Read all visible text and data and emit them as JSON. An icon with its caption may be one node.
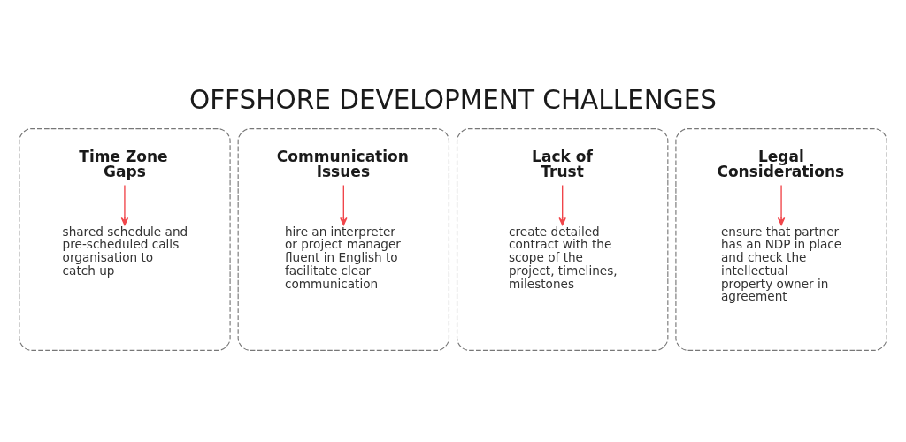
{
  "diagram": {
    "title": "OFFSHORE DEVELOPMENT CHALLENGES",
    "nodes": [
      {
        "text": [],
        "shape": "box"
      },
      {
        "text": [
          "Time Zone Gaps"
        ],
        "in": 0
      },
      {
        "text": [
          "shared schedule and pre-scheduled calls organisation to catch up"
        ],
        "in": 0
      },
      {
        "text": [],
        "shape": "box"
      },
      {
        "text": [
          "Communication Issues"
        ],
        "in": 3
      },
      {
        "text": [
          "hire an interpreter or project manager fluent in English to facilitate clear communication"
        ],
        "in": 3
      },
      {
        "text": [],
        "shape": "box"
      },
      {
        "text": [
          "Lack of Trust"
        ],
        "in": 6
      },
      {
        "text": [
          "create detailed contract with the scope of the project, timelines, milestones"
        ],
        "in": 6
      },
      {
        "text": [],
        "shape": "box"
      },
      {
        "text": [
          "Legal Considerations"
        ],
        "in": 9
      },
      {
        "text": [
          "ensure that partner has an NDP in place and check the intellectual property owner in agreement"
        ],
        "in": 9
      }
    ],
    "edges": [
      {
        "from": 1,
        "to": 2,
        "arrow": "to"
      },
      {
        "from": 4,
        "to": 5,
        "arrow": "to"
      },
      {
        "from": 7,
        "to": 8,
        "arrow": "to"
      },
      {
        "from": 10,
        "to": 11,
        "arrow": "to"
      }
    ]
  }
}
